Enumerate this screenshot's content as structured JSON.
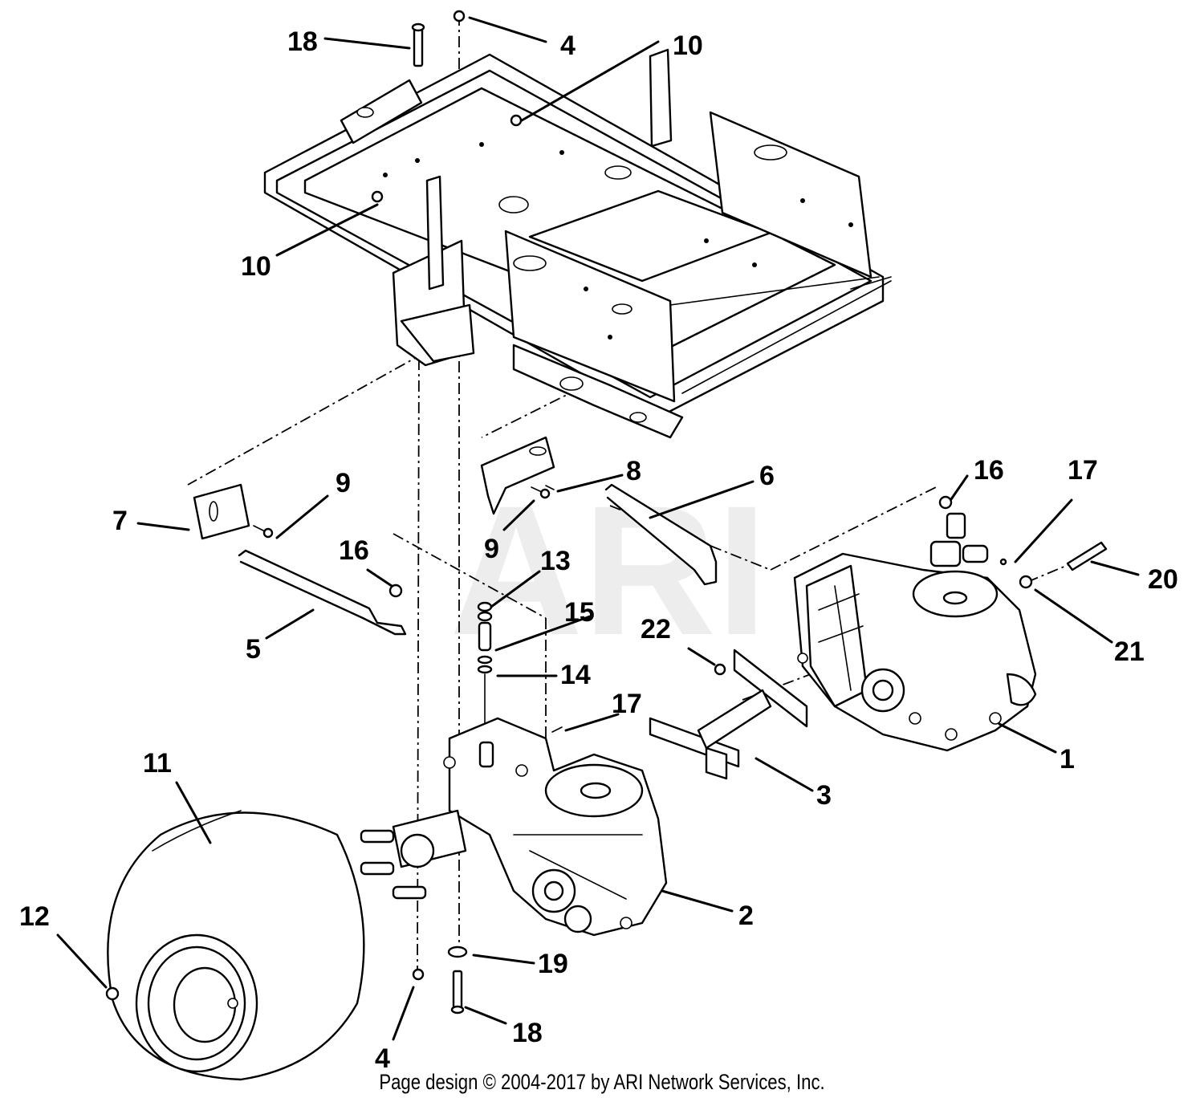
{
  "watermark": "ARI",
  "copyright": "Page design © 2004-2017 by ARI Network Services, Inc.",
  "callouts": {
    "c18_top": "18",
    "c4_top": "4",
    "c10_right": "10",
    "c10_left": "10",
    "c7": "7",
    "c9_left": "9",
    "c16_left": "16",
    "c5": "5",
    "c8": "8",
    "c9_mid": "9",
    "c6": "6",
    "c13": "13",
    "c15": "15",
    "c14": "14",
    "c22": "22",
    "c16_right": "16",
    "c17_top": "17",
    "c20": "20",
    "c21": "21",
    "c1": "1",
    "c17_mid": "17",
    "c3": "3",
    "c11": "11",
    "c2": "2",
    "c12": "12",
    "c19": "19",
    "c18_bottom": "18",
    "c4_bottom": "4"
  }
}
